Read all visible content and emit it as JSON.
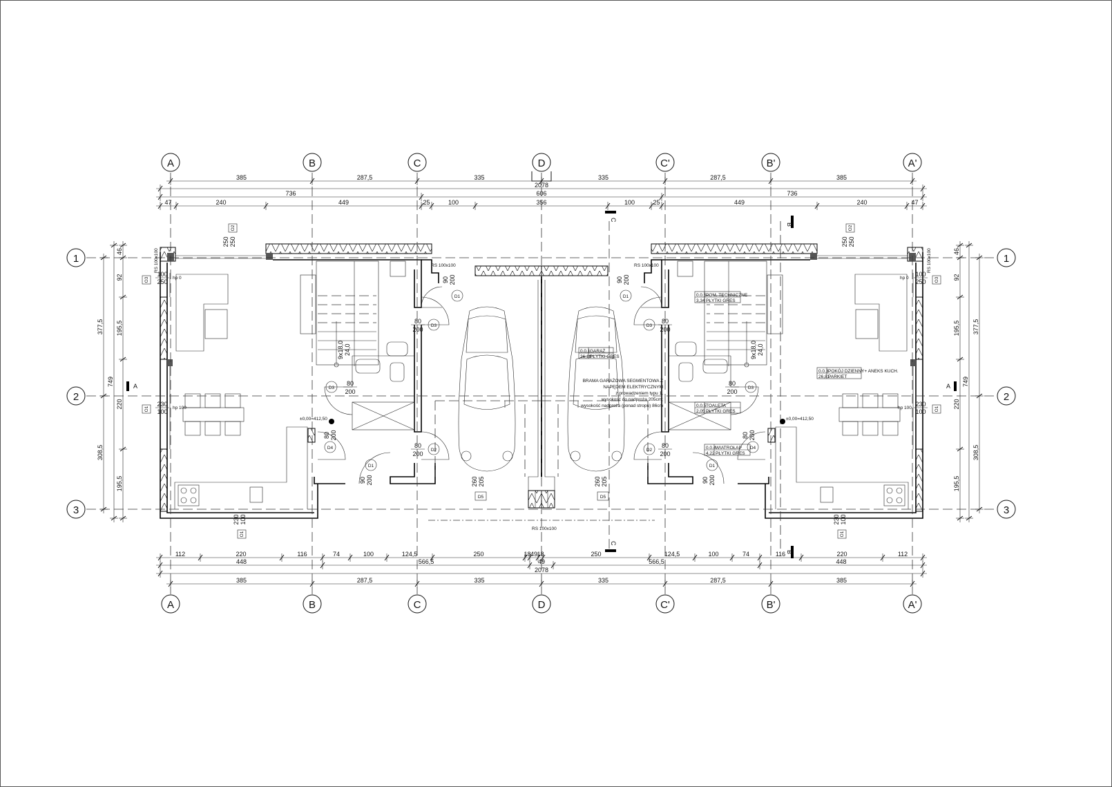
{
  "grid_axes": {
    "columns": [
      "A",
      "B",
      "C",
      "D",
      "C'",
      "B'",
      "A'"
    ],
    "rows": [
      "1",
      "2",
      "3"
    ]
  },
  "dimensions": {
    "top_axis": [
      "385",
      "287,5",
      "335",
      "335",
      "287,5",
      "385"
    ],
    "top_total": "2078",
    "top_mid": [
      "736",
      "606",
      "736"
    ],
    "top_detail": [
      "47",
      "240",
      "449",
      "25",
      "100",
      "356",
      "100",
      "25",
      "449",
      "240",
      "47"
    ],
    "bottom_detail": [
      "112",
      "220",
      "116",
      "74",
      "100",
      "124,5",
      "250",
      "18",
      "49",
      "18",
      "250",
      "124,5",
      "100",
      "74",
      "116",
      "220",
      "112"
    ],
    "bottom_mid": [
      "448",
      "566,5",
      "49",
      "566,5",
      "448"
    ],
    "bottom_total": "2078",
    "bottom_axis": [
      "385",
      "287,5",
      "335",
      "335",
      "287,5",
      "385"
    ],
    "side_outer": [
      "377,5",
      "308,5"
    ],
    "side_total": "749",
    "side_detail": [
      "46",
      "92",
      "195,5",
      "220",
      "195,5"
    ]
  },
  "rooms": [
    {
      "number": "0.0.1",
      "name": "GARAŻ",
      "area": "36,18",
      "floor": "PŁYTKI GRES"
    },
    {
      "number": "0.0.5",
      "name": "POM. TECHNICZNE",
      "area": "3,34",
      "floor": "PŁYTKI GRES"
    },
    {
      "number": "0.0.3",
      "name": "POKÓJ DZIENNY+ ANEKS KUCH.",
      "area": "26,81",
      "floor": "PARKIET"
    },
    {
      "number": "0.0.5",
      "name": "TOALETA",
      "area": "2,05",
      "floor": "PŁYTKI GRES"
    },
    {
      "number": "0.0.4",
      "name": "WIATROŁAP",
      "area": "4,22",
      "floor": "PŁYTKI GRES"
    }
  ],
  "garage_note": [
    "BRAMA GARAŻOWA SEGMENTOWA Z",
    "NAPĘDEM ELEKTRYCZNYM",
    "z prowadzeniem typu 1,",
    "wysokość do nadproża 205cm;",
    "wysokość nadproża (ponad stropu) 86cm"
  ],
  "level_mark": "±0,00=412,50",
  "stairs": {
    "steps": "9x18,0",
    "tread": "24,0"
  },
  "doors": {
    "D1": {
      "tag": "D1",
      "w": "90",
      "h": "200"
    },
    "D2": {
      "tag": "D2",
      "w": "80",
      "h": "200"
    },
    "D3": {
      "tag": "D3",
      "w": "80",
      "h": "200"
    },
    "D4": {
      "tag": "D4",
      "w": "80",
      "h": "200"
    },
    "D5": {
      "tag": "D5",
      "w": "260",
      "h": "205"
    }
  },
  "windows": {
    "O1": {
      "tag": "O1",
      "w": "230",
      "h": "100"
    },
    "O2": {
      "tag": "O2",
      "w": "250",
      "h": "250"
    },
    "O3": {
      "tag": "O3",
      "w": "100",
      "h": "250"
    }
  },
  "sill": {
    "o1": "hp 100",
    "o3": "hp 0"
  },
  "column_label": "RS 100x100",
  "sections": [
    "A",
    "B",
    "C"
  ]
}
